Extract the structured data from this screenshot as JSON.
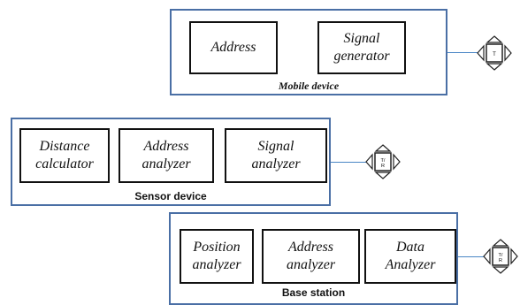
{
  "mobile_device": {
    "label": "Mobile device",
    "boxes": [
      "Address",
      "Signal\ngenerator"
    ],
    "antenna_label": "T"
  },
  "sensor_device": {
    "label": "Sensor device",
    "boxes": [
      "Distance\ncalculator",
      "Address\nanalyzer",
      "Signal\nanalyzer"
    ],
    "antenna_label": "T/\nR"
  },
  "base_station": {
    "label": "Base station",
    "boxes": [
      "Position\nanalyzer",
      "Address\nanalyzer",
      "Data\nAnalyzer"
    ],
    "antenna_label": "T/\nR"
  }
}
